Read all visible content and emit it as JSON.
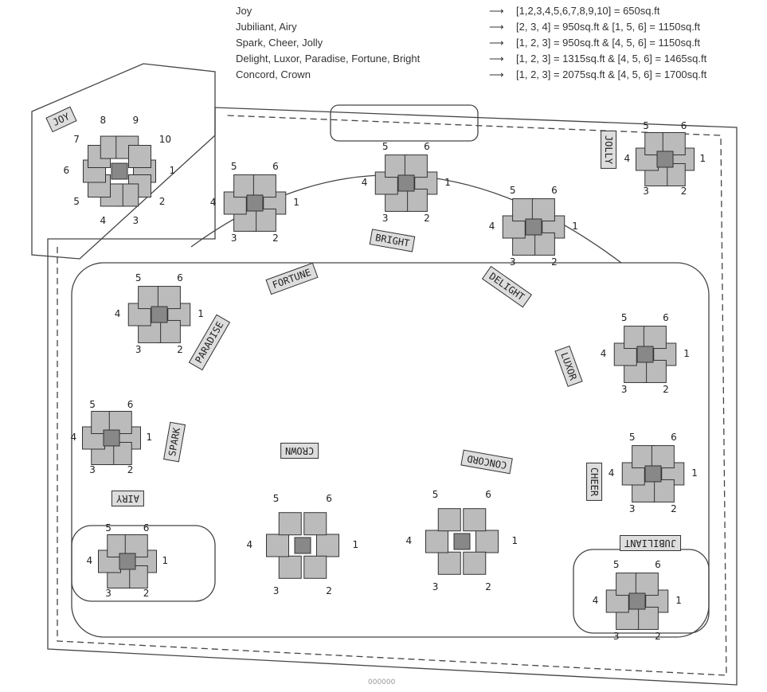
{
  "legend": [
    {
      "buildings": "Joy",
      "sizes": "[1,2,3,4,5,6,7,8,9,10] =  650sq.ft"
    },
    {
      "buildings": "Jubiliant, Airy",
      "sizes": "[2, 3, 4] = 950sq.ft & [1, 5, 6] = 1150sq.ft"
    },
    {
      "buildings": "Spark, Cheer, Jolly",
      "sizes": "[1, 2, 3] = 950sq.ft & [4, 5, 6] = 1150sq.ft"
    },
    {
      "buildings": "Delight, Luxor, Paradise, Fortune, Bright",
      "sizes": "[1, 2, 3] = 1315sq.ft & [4, 5, 6] = 1465sq.ft"
    },
    {
      "buildings": "Concord, Crown",
      "sizes": "[1, 2, 3] = 2075sq.ft & [4, 5, 6] = 1700sq.ft"
    }
  ],
  "arrow_glyph": "⟶",
  "buildings": [
    {
      "label": "JOY",
      "wings": [
        "1",
        "2",
        "3",
        "4",
        "5",
        "6",
        "7",
        "8",
        "9",
        "10"
      ]
    },
    {
      "label": "FORTUNE",
      "wings": [
        "1",
        "2",
        "3",
        "4",
        "5",
        "6"
      ]
    },
    {
      "label": "BRIGHT",
      "wings": [
        "1",
        "2",
        "3",
        "4",
        "5",
        "6"
      ]
    },
    {
      "label": "DELIGHT",
      "wings": [
        "1",
        "2",
        "3",
        "4",
        "5",
        "6"
      ]
    },
    {
      "label": "JOLLY",
      "wings": [
        "1",
        "2",
        "3",
        "4",
        "5",
        "6"
      ]
    },
    {
      "label": "PARADISE",
      "wings": [
        "1",
        "2",
        "3",
        "4",
        "5",
        "6"
      ]
    },
    {
      "label": "LUXOR",
      "wings": [
        "1",
        "2",
        "3",
        "4",
        "5",
        "6"
      ]
    },
    {
      "label": "SPARK",
      "wings": [
        "1",
        "2",
        "3",
        "4",
        "5",
        "6"
      ]
    },
    {
      "label": "CHEER",
      "wings": [
        "1",
        "2",
        "3",
        "4",
        "5",
        "6"
      ]
    },
    {
      "label": "CROWN",
      "wings": [
        "1",
        "2",
        "3",
        "4",
        "5",
        "6"
      ]
    },
    {
      "label": "CONCORD",
      "wings": [
        "1",
        "2",
        "3",
        "4",
        "5",
        "6"
      ]
    },
    {
      "label": "AIRY",
      "wings": [
        "1",
        "2",
        "3",
        "4",
        "5",
        "6"
      ]
    },
    {
      "label": "JUBILIANT",
      "wings": [
        "1",
        "2",
        "3",
        "4",
        "5",
        "6"
      ]
    }
  ],
  "footer_stamp": "000000"
}
